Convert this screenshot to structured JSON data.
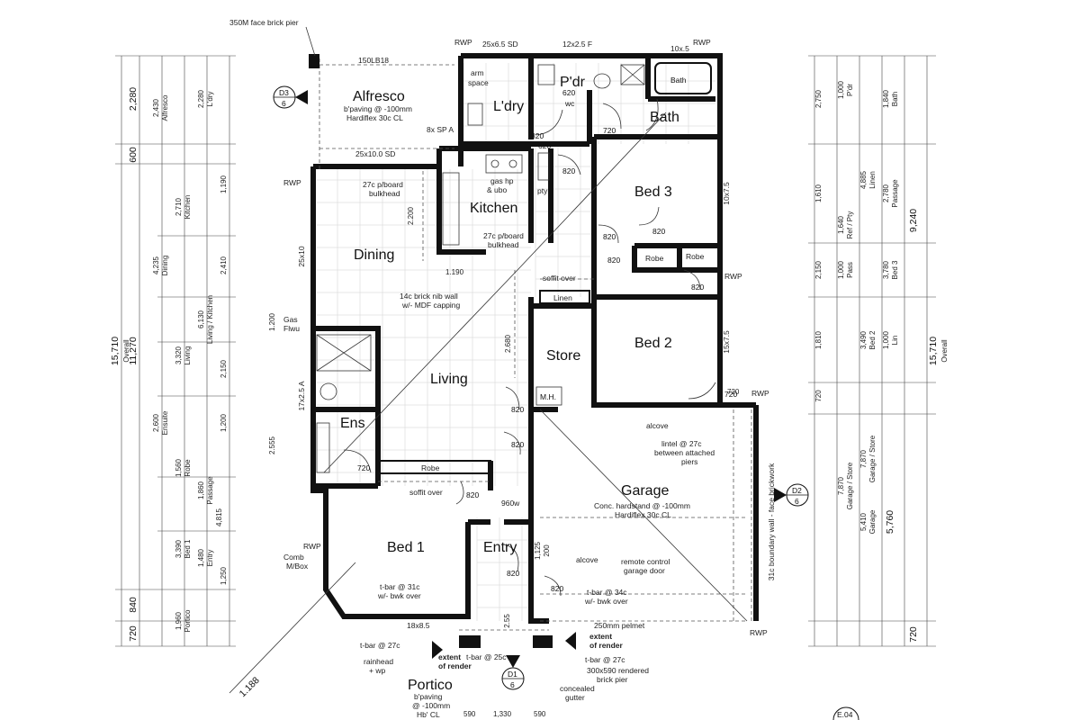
{
  "rooms": {
    "alfresco": "Alfresco",
    "alfresco_note1": "b'paving @ -100mm",
    "alfresco_note2": "Hardiflex 30c CL",
    "laundry": "L'dry",
    "powder": "P'dr",
    "bath": "Bath",
    "bath_fixture": "Bath",
    "bed3": "Bed 3",
    "kitchen": "Kitchen",
    "dining": "Dining",
    "living": "Living",
    "bed2": "Bed 2",
    "store": "Store",
    "ens": "Ens",
    "garage": "Garage",
    "bed1": "Bed 1",
    "entry": "Entry",
    "portico": "Portico",
    "linen": "Linen",
    "robe": "Robe",
    "robe2": "Robe",
    "robe_bed1": "Robe",
    "pty": "pty",
    "mh": "M.H.",
    "wc": "wc",
    "arm_space1": "arm",
    "arm_space2": "space"
  },
  "notes": {
    "face_brick_pier": "350M face brick pier",
    "alfresco_beam": "150LB18",
    "top_beam1": "25x6.5 SD",
    "top_beam2": "12x2.5 F",
    "top_beam3": "10x.5",
    "alfresco_sd": "25x10.0 SD",
    "bx_sp": "8x SP A",
    "bulkhead1a": "27c p/board",
    "bulkhead1b": "bulkhead",
    "bulkhead2a": "27c p/board",
    "bulkhead2b": "bulkhead",
    "gas_hp1": "gas hp",
    "gas_hp2": "& ubo",
    "soffit_over": "soffit over",
    "soffit_over2": "soffit over",
    "rib_wall1": "14c brick nib wall",
    "rib_wall2": "w/- MDF capping",
    "gas_flue1": "Gas",
    "gas_flue2": "Flwu",
    "alcove": "alcove",
    "lintel1": "lintel @ 27c",
    "lintel2": "between attached",
    "lintel3": "piers",
    "garage_note1": "Conc. hardstand @ -100mm",
    "garage_note2": "Hardiflex 30c CL",
    "alcove2": "alcove",
    "garage_door1": "remote control",
    "garage_door2": "garage door",
    "tbar_34c1": "t-bar @ 34c",
    "tbar_34c2": "w/- bwk over",
    "pelmet": "250mm pelmet",
    "tbar_31c1": "t-bar @ 31c",
    "tbar_31c2": "w/- bwk over",
    "comb": "Comb",
    "mbox": "M/Box",
    "boundary_wall": "31c boundary wall - face brickwork",
    "tbar_27c_left": "t-bar @ 27c",
    "tbar_27c_right": "t-bar @ 27c",
    "tbar_25c": "t-bar @ 25c",
    "extent_render_left1": "extent",
    "extent_render_left2": "of render",
    "extent_render_right1": "extent",
    "extent_render_right2": "of render",
    "rainhead1": "rainhead",
    "rainhead2": "+ wp",
    "portico_note1": "b'paving",
    "portico_note2": "@ -100mm",
    "portico_note3": "Hb' CL",
    "rendered_pier1": "300x590 rendered",
    "rendered_pier2": "brick pier",
    "concealed1": "concealed",
    "concealed2": "gutter",
    "beam_18x85": "18x8.5",
    "vert_beam_left": "25x10",
    "vert_beam_ens": "17x2.5 A",
    "vert_beam_bed3": "10x7.5",
    "vert_beam_bed2": "15x7.5",
    "dining_dim": "2.200",
    "dining_dim2": "1.190",
    "living_dim": "2.680",
    "living_dim2": "1.200",
    "ens_dim": "2.555",
    "bed1_dim": "960w",
    "entry_dim1": "1,125",
    "entry_dim2": "200",
    "portico_bottom1": "590",
    "portico_bottom2": "1,330",
    "portico_bottom3": "590",
    "diag_dim": "1.188",
    "hatch_dim": "2.55",
    "top_band_note": "720"
  },
  "doors": {
    "d_laundry": "820",
    "d_powder": "620",
    "d_bath": "720",
    "d_kitchen": "820",
    "d_linen_top": "620",
    "d_bed3a": "820",
    "d_bed3b": "820",
    "d_hall": "820",
    "d_bed2": "820",
    "d_living": "820",
    "d_living2": "820",
    "d_ens": "720",
    "d_bed1": "820",
    "d_entry": "820",
    "d_garage": "720",
    "d_store": "820"
  },
  "callouts": {
    "d3_top": "D3",
    "d3_bot": "6",
    "d2_top": "D2",
    "d2_bot": "6",
    "d1_top": "D1",
    "d1_bot": "6",
    "e04": "E.04",
    "rwp1": "RWP",
    "rwp2": "RWP",
    "rwp3": "RWP",
    "rwp4": "RWP",
    "rwp5": "RWP",
    "rwp6": "RWP",
    "rwp7": "RWP"
  },
  "dims_left": {
    "overall": "15,710",
    "overall_label": "Overall",
    "sub_overall": "11,270",
    "top1": "2,280",
    "top2": "600",
    "bottom1": "840",
    "bottom2": "720",
    "col2_a": "2,430",
    "col2_a_l": "Alfresco",
    "col2_b": "4,235",
    "col2_b_l": "Dining",
    "col2_c": "3,320",
    "col2_c_l": "Living",
    "col2_d": "2,600",
    "col2_d_l": "Ensuite",
    "col2_e": "3,390",
    "col2_e_l": "Bed 1",
    "col2_f": "1,960",
    "col2_f_l": "Portico",
    "col3_a": "2,710",
    "col3_a_l": "Kitchen",
    "col3_b": "6,130",
    "col3_b_l": "Living / Kitchen",
    "col3_c": "1,560",
    "col3_c_l": "Robe",
    "col3_d": "1,480",
    "col3_d_l": "Entry",
    "col3_e": "1,860",
    "col3_e_l": "Passage",
    "col3_f": "4,815",
    "col4_a": "2,280",
    "col4_a_l": "L'dry",
    "col4_b": "1,190",
    "col4_c": "2,410",
    "col4_d": "2,150",
    "col4_e": "1,200",
    "col4_f": "1,250"
  },
  "dims_right": {
    "overall": "15,710",
    "overall_label": "Overall",
    "sub_overall": "9,240",
    "bottom1": "720",
    "col1_a": "2,750",
    "col1_b": "1,610",
    "col1_c": "2,150",
    "col1_d": "1,810",
    "col1_e": "720",
    "col1_f": "7,870",
    "col1_f_l": "Garage / Store",
    "col2_a": "1,000",
    "col2_a_l": "P'dr",
    "col2_b": "1,640",
    "col2_b_l": "Ref / Pty",
    "col2_c": "1,000",
    "col2_c_l": "Pass",
    "col2_d": "3,490",
    "col2_d_l": "Bed 2",
    "col2_e": "5,410",
    "col2_e_l": "Garage",
    "col2_f": "5,760",
    "col3_a": "1,840",
    "col3_a_l": "Bath",
    "col3_b": "2,780",
    "col3_b_l": "Passage",
    "col3_c": "4,885",
    "col3_c_l": "Linen",
    "col3_d": "7,870",
    "col3_d_l": "Garage / Store",
    "col3_e": "3,780",
    "col3_e_l": "Bed 3",
    "col3_f": "1,000",
    "col3_f_l": "Lin"
  }
}
